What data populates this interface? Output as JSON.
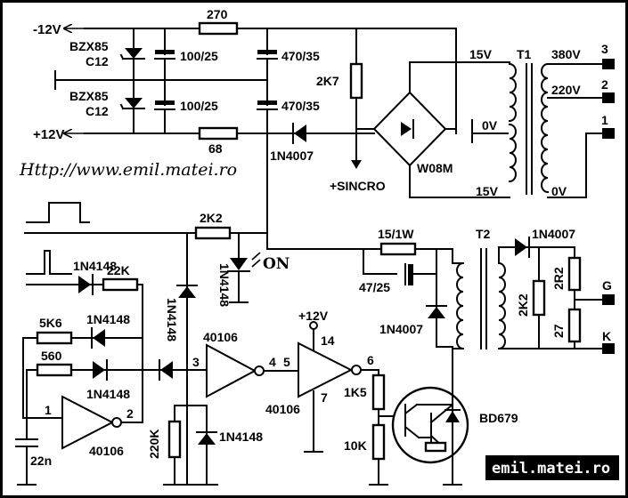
{
  "website_url": "Http://www.emil.matei.ro",
  "brand": "emil.matei.ro",
  "rails": {
    "neg12v": "-12V",
    "pos12v": "+12V",
    "vcc": "+12V"
  },
  "labels": {
    "zener_top_type": "BZX85",
    "zener_top_value": "C12",
    "zener_bot_type": "BZX85",
    "zener_bot_value": "C12",
    "cap_a1": "100/25",
    "cap_a2": "100/25",
    "cap_b1": "470/35",
    "cap_b2": "470/35",
    "r_270": "270",
    "r_68": "68",
    "r_2k7": "2K7",
    "d_1n4007_main": "1N4007",
    "sincro": "+SINCRO",
    "bridge": "W08M",
    "t1": "T1",
    "t1_15v_top": "15V",
    "t1_0v_mid": "0V",
    "t1_15v_bot": "15V",
    "t1_380v": "380V",
    "t1_220v": "220V",
    "t1_0v": "0V",
    "pin3": "3",
    "pin2": "2",
    "pin1": "1",
    "r_2k2_led": "2K2",
    "led_label": "ON",
    "d_4148_vert": "1N4148",
    "d_4148_in": "1N4148",
    "r_22k": "22K",
    "r_5k6": "5K6",
    "d_4148_a": "1N4148",
    "r_560": "560",
    "d_4148_b": "1N4148",
    "d_4148_series": "1N4148",
    "d_4148_gnd": "1N4148",
    "r_220k": "220K",
    "cap_22n": "22n",
    "inv1": "40106",
    "inv1_pin1": "1",
    "inv1_pin2": "2",
    "inv2": "40106",
    "inv2_pin3": "3",
    "inv2_pin4": "4",
    "inv3": "40106",
    "inv3_pin5": "5",
    "inv3_pin6": "6",
    "inv3_pin7": "7",
    "inv3_pin14": "14",
    "r_15_1w": "15/1W",
    "cap_47_25": "47/25",
    "d_4007_flyback": "1N4007",
    "t2": "T2",
    "d_4007_out": "1N4007",
    "r_2r2": "2R2",
    "r_2k2_out": "2K2",
    "r_27": "27",
    "out_g": "G",
    "out_k": "K",
    "r_1k5": "1K5",
    "r_10k": "10K",
    "q1": "BD679"
  }
}
